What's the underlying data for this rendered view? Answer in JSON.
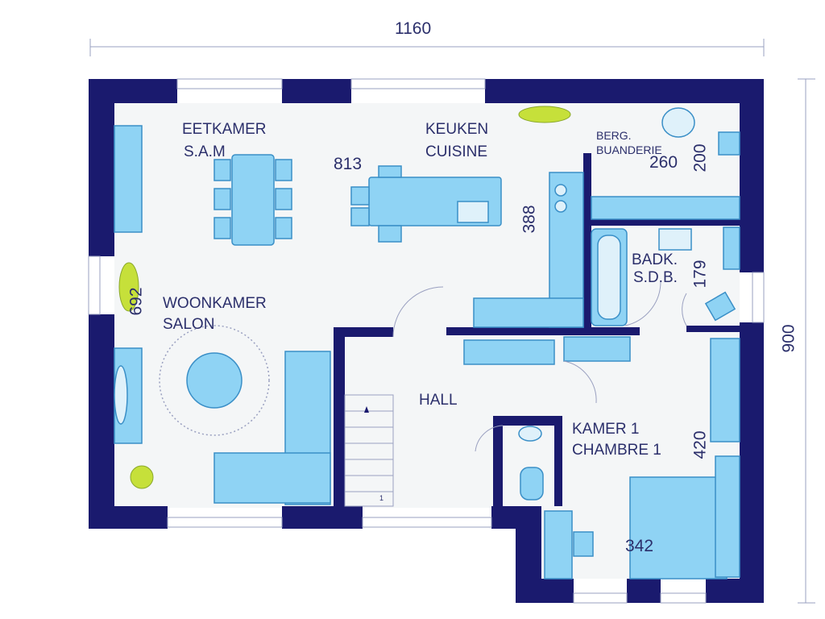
{
  "colors": {
    "wall": "#1a1a6e",
    "floor": "#f4f6f7",
    "furniture": "#8fd3f4",
    "furniture_edge": "#3a8fc7",
    "plant": "#c6e03a",
    "label": "#2b2f6b"
  },
  "rooms": {
    "eetkamer": "EETKAMER",
    "sam": "S.A.M",
    "keuken": "KEUKEN",
    "cuisine": "CUISINE",
    "berg": "BERG.",
    "buanderie": "BUANDERIE",
    "badk": "BADK.",
    "sdb": "S.D.B.",
    "woonkamer": "WOONKAMER",
    "salon": "SALON",
    "hall": "HALL",
    "kamer1": "KAMER 1",
    "chambre1": "CHAMBRE 1"
  },
  "dimensions": {
    "total_width": "1160",
    "total_depth": "900",
    "eetkamer_width": "813",
    "keuken_depth": "388",
    "berg_width": "260",
    "berg_depth": "200",
    "badk_depth": "179",
    "woonkamer_depth": "692",
    "kamer_depth": "420",
    "kamer_width": "342"
  },
  "icons": [
    "plant-icon",
    "stair-arrow-icon",
    "toilet-icon",
    "sink-icon",
    "bathtub-icon"
  ],
  "stair_marker": "1"
}
